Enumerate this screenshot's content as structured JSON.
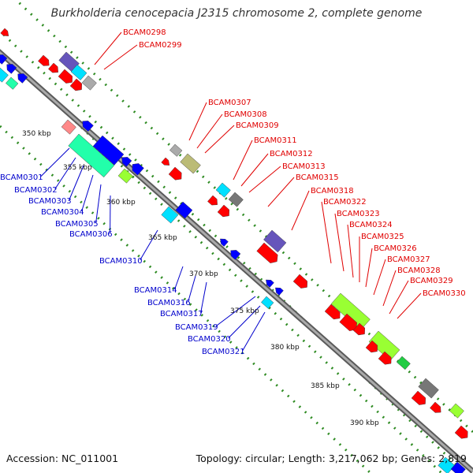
{
  "title": "Burkholderia cenocepacia J2315 chromosome 2, complete genome",
  "footer": {
    "accession": "Accession: NC_011001",
    "summary": "Topology: circular; Length: 3,217,062 bp; Genes: 2,819"
  },
  "colors": {
    "backbone": "#888888",
    "ticks": "#2e8b22",
    "forward_labels": "#e00000",
    "reverse_labels": "#0000cc"
  },
  "kbp_markers": [
    "350 kbp",
    "355 kbp",
    "360 kbp",
    "365 kbp",
    "370 kbp",
    "375 kbp",
    "380 kbp",
    "385 kbp",
    "390 kbp"
  ],
  "forward_genes": [
    "BCAM0298",
    "BCAM0299",
    "BCAM0307",
    "BCAM0308",
    "BCAM0309",
    "BCAM0311",
    "BCAM0312",
    "BCAM0313",
    "BCAM0315",
    "BCAM0318",
    "BCAM0322",
    "BCAM0323",
    "BCAM0324",
    "BCAM0325",
    "BCAM0326",
    "BCAM0327",
    "BCAM0328",
    "BCAM0329",
    "BCAM0330"
  ],
  "reverse_genes": [
    "BCAM0301",
    "BCAM0302",
    "BCAM0303",
    "BCAM0304",
    "BCAM0305",
    "BCAM0306",
    "BCAM0310",
    "BCAM0314",
    "BCAM0316",
    "BCAM0317",
    "BCAM0319",
    "BCAM0320",
    "BCAM0321"
  ]
}
